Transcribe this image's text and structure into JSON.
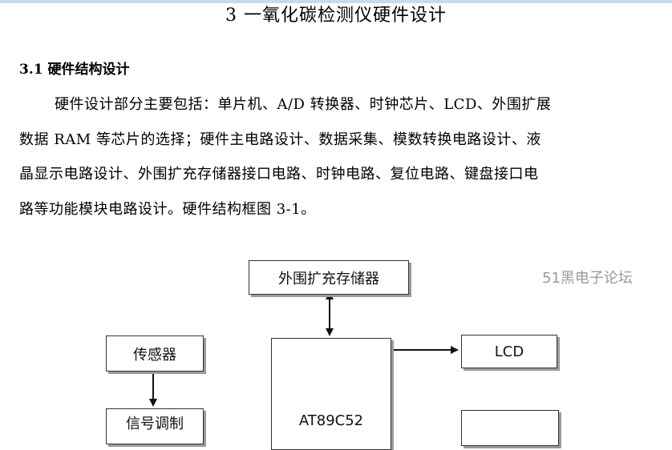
{
  "page": {
    "title": "3  一氧化碳检测仪硬件设计",
    "section_heading": "3.1 硬件结构设计",
    "paragraph_lines": [
      "硬件设计部分主要包括：单片机、A/D 转换器、时钟芯片、LCD、外围扩展",
      "数据 RAM 等芯片的选择；硬件主电路设计、数据采集、模数转换电路设计、液",
      "晶显示电路设计、外围扩充存储器接口电路、时钟电路、复位电路、键盘接口电",
      "路等功能模块电路设计。硬件结构框图 3-1。"
    ]
  },
  "diagram": {
    "boxes": {
      "memory": "外围扩充存储器",
      "sensor": "传感器",
      "lcd": "LCD",
      "signal": "信号调制",
      "mcu": "AT89C52"
    },
    "watermark": "51黑电子论坛"
  }
}
